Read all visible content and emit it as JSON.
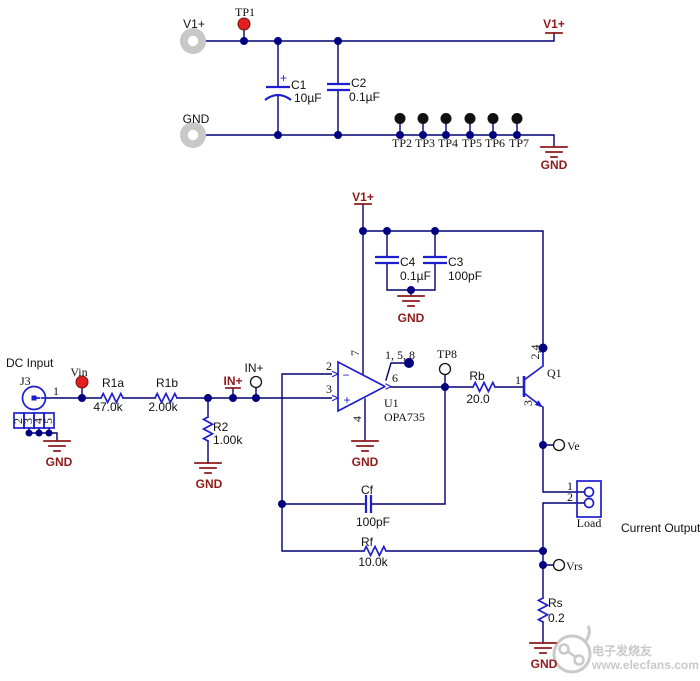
{
  "schematic": {
    "power_section": {
      "v1_jack_label": "V1+",
      "tp1_label": "TP1",
      "c1_plus": "+",
      "c1_ref": "C1",
      "c1_value": "10µF",
      "c2_ref": "C2",
      "c2_value": "0.1µF",
      "gnd_jack_label": "GND",
      "v1_net_label": "V1+",
      "gnd_net_label": "GND",
      "test_points": [
        "TP2",
        "TP3",
        "TP4",
        "TP5",
        "TP6",
        "TP7"
      ]
    },
    "decoupling": {
      "v1_net_label": "V1+",
      "c4_ref": "C4",
      "c4_value": "0.1µF",
      "c3_ref": "C3",
      "c3_value": "100pF",
      "gnd_net_label": "GND"
    },
    "input": {
      "dc_input_label": "DC Input",
      "j3_ref": "J3",
      "j3_pin1": "1",
      "j3_pins": [
        "2",
        "3",
        "4",
        "5"
      ],
      "j3_gnd_label": "GND",
      "vin_label": "Vin",
      "r1a_ref": "R1a",
      "r1a_value": "47.0k",
      "r1b_ref": "R1b",
      "r1b_value": "2.00k",
      "r2_ref": "R2",
      "r2_value": "1.00k",
      "r2_gnd_label": "GND",
      "in_net_label": "IN+",
      "in_tp_label": "IN+"
    },
    "opamp": {
      "pin2": "2",
      "pin3": "3",
      "pin4": "4",
      "pin6": "6",
      "pin7": "7",
      "minus_sign": "−",
      "plus_sign": "+",
      "nc_pins_label": "1, 5, 8",
      "ref": "U1",
      "part": "OPA735",
      "gnd_net_label": "GND",
      "tp8_label": "TP8"
    },
    "output": {
      "rb_ref": "Rb",
      "rb_value": "20.0",
      "q1_pin_base": "1",
      "q1_pin_collector": "2,4",
      "q1_pin_emitter": "3",
      "q1_ref": "Q1",
      "ve_label": "Ve",
      "load_pin1": "1",
      "load_pin2": "2",
      "load_ref": "Load",
      "current_output_label": "Current Output",
      "vrs_label": "Vrs",
      "rs_ref": "Rs",
      "rs_value": "0.2",
      "gnd_net_label": "GND"
    },
    "feedback": {
      "cf_ref": "Cf",
      "cf_value": "100pF",
      "rf_ref": "Rf",
      "rf_value": "10.0k"
    }
  },
  "watermark": {
    "logo_text": "电子发烧友",
    "site_text": "www.elecfans.com"
  },
  "colors": {
    "wire": "#000070",
    "component_blue": "#1e1ecf",
    "junction_dot": "#000080",
    "net_red": "#8f1a1a",
    "testpoint_red": "#e02020",
    "jack_gray": "#c8c8c8",
    "label_black": "#111111",
    "watermark_gray": "#c9c9c9"
  }
}
